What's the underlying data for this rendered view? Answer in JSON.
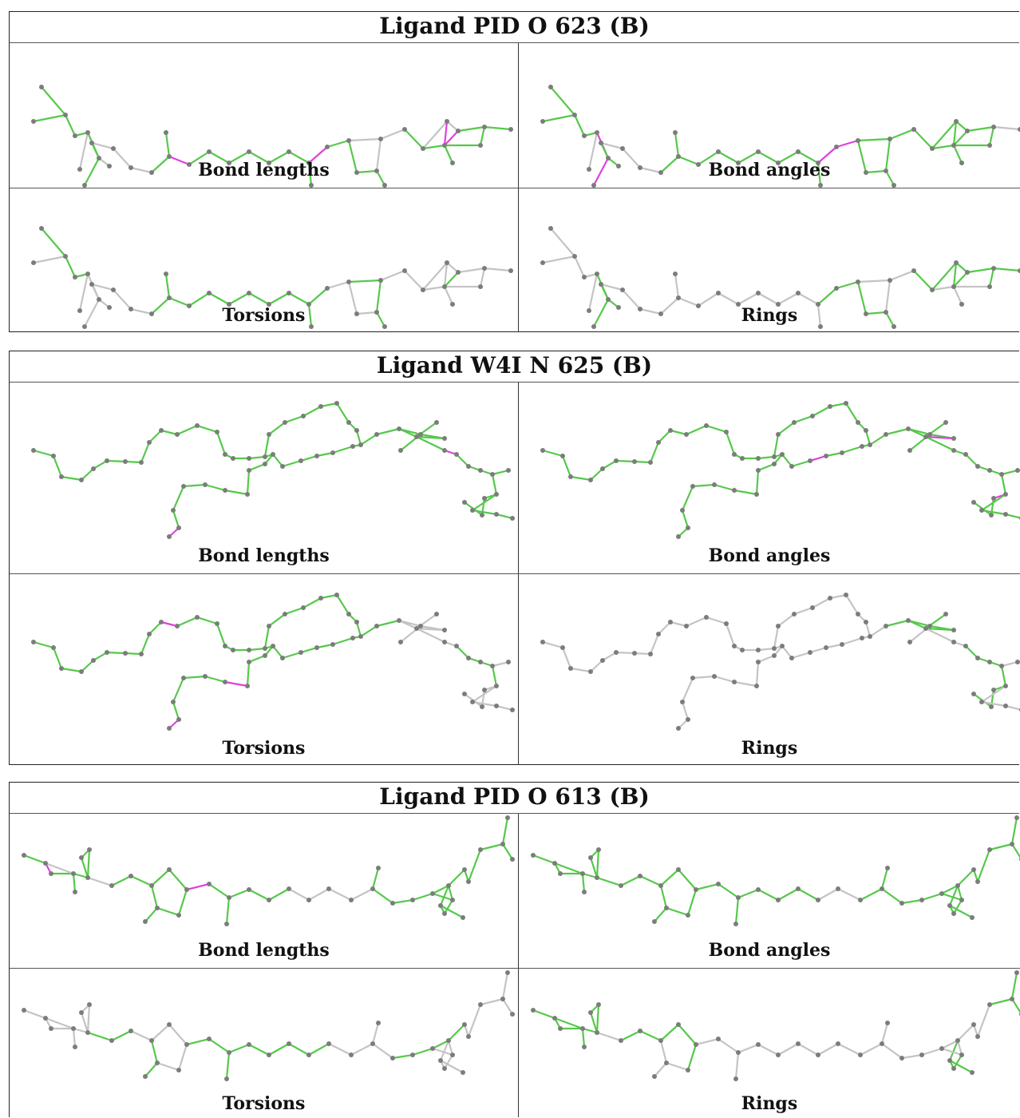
{
  "colors": {
    "ok": "#55c94a",
    "outlier": "#e040e0",
    "none": "#c4c4c4",
    "atom": "#7c7c7c"
  },
  "blocks": [
    {
      "title": "Ligand PID O 623 (B)",
      "panels": [
        {
          "caption": "Bond lengths"
        },
        {
          "caption": "Bond angles"
        },
        {
          "caption": "Torsions"
        },
        {
          "caption": "Rings"
        }
      ]
    },
    {
      "title": "Ligand W4I N 625 (B)",
      "panels": [
        {
          "caption": "Bond lengths"
        },
        {
          "caption": "Bond angles"
        },
        {
          "caption": "Torsions"
        },
        {
          "caption": "Rings"
        }
      ]
    },
    {
      "title": "Ligand PID O 613 (B)",
      "panels": [
        {
          "caption": "Bond lengths"
        },
        {
          "caption": "Bond angles"
        },
        {
          "caption": "Torsions"
        },
        {
          "caption": "Rings"
        }
      ]
    }
  ]
}
